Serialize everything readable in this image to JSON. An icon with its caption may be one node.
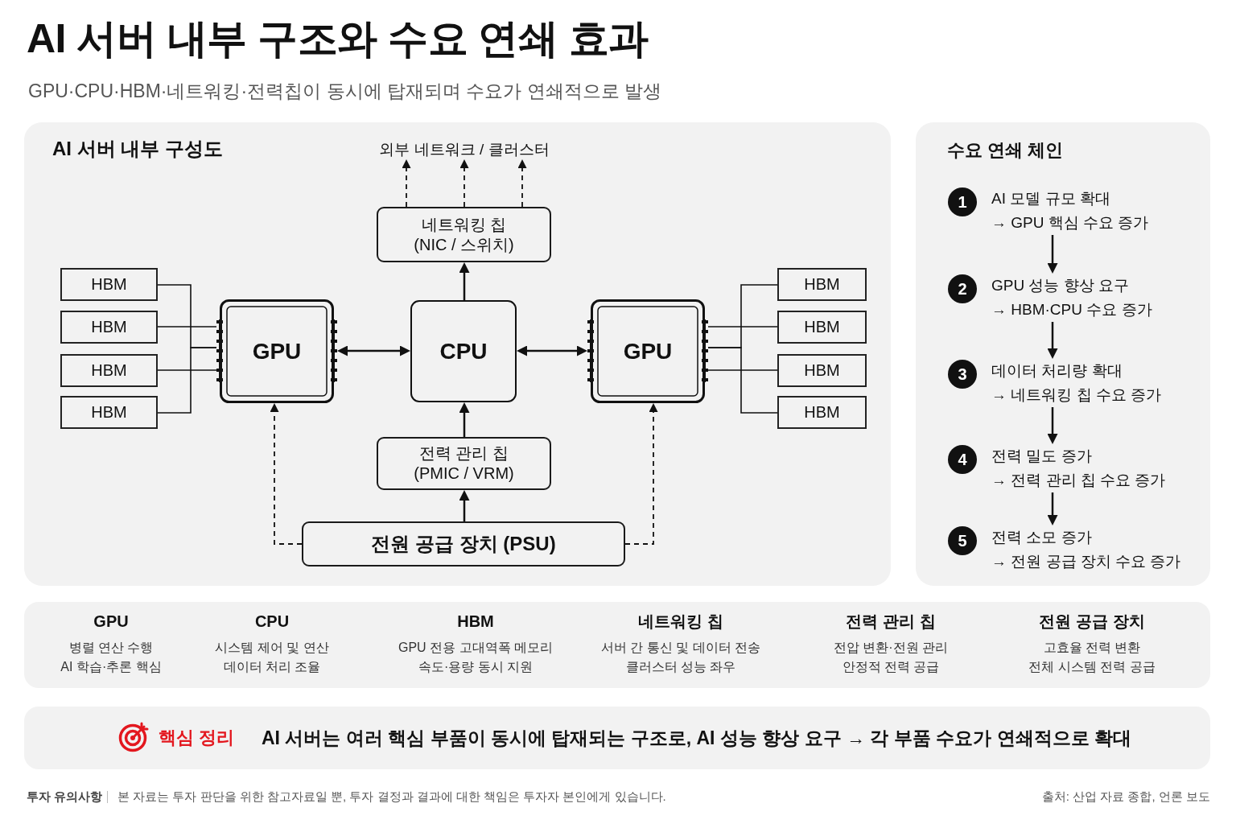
{
  "diagram": {
    "title": "AI 서버 내부 구조와 수요 연쇄 효과",
    "nodes": [
      {
        "text": [
          "AI 서버 내부 구성도"
        ]
      },
      {
        "text": [
          "외부 네트워크 / 클러스터"
        ],
        "in": 0
      },
      {
        "text": [
          "네트워킹 칩",
          "(NIC / 스위치)"
        ],
        "in": 0
      },
      {
        "text": [
          "HBM"
        ],
        "in": 0
      },
      {
        "text": [
          "HBM"
        ],
        "in": 0
      },
      {
        "text": [
          "HBM"
        ],
        "in": 0
      },
      {
        "text": [
          "HBM"
        ],
        "in": 0
      },
      {
        "text": [
          "GPU"
        ],
        "in": 0
      },
      {
        "text": [
          "CPU"
        ],
        "in": 0
      },
      {
        "text": [
          "GPU"
        ],
        "in": 0
      },
      {
        "text": [
          "HBM"
        ],
        "in": 0
      },
      {
        "text": [
          "HBM"
        ],
        "in": 0
      },
      {
        "text": [
          "HBM"
        ],
        "in": 0
      },
      {
        "text": [
          "HBM"
        ],
        "in": 0
      },
      {
        "text": [
          "전력 관리 칩",
          "(PMIC / VRM)"
        ],
        "in": 0
      },
      {
        "text": [
          "전원 공급 장치 (PSU)"
        ],
        "in": 0
      },
      {
        "text": [
          "수요 연쇄 체인"
        ]
      },
      {
        "text": [
          "1",
          "AI 모델 규모 확대",
          "→ GPU 핵심 수요 증가"
        ],
        "in": 16
      },
      {
        "text": [
          "2",
          "GPU 성능 향상 요구",
          "→ HBM·CPU 수요 증가"
        ],
        "in": 16
      },
      {
        "text": [
          "3",
          "데이터 처리량 확대",
          "→ 네트워킹 칩 수요 증가"
        ],
        "in": 16
      },
      {
        "text": [
          "4",
          "전력 밀도 증가",
          "→ 전력 관리 칩 수요 증가"
        ],
        "in": 16
      },
      {
        "text": [
          "5",
          "전력 소모 증가",
          "→ 전원 공급 장치 수요 증가"
        ],
        "in": 16
      },
      {
        "text": [
          "GPU",
          "병렬 연산 수행",
          "AI 학습·추론 핵심",
          "CPU",
          "시스템 제어 및 연산",
          "데이터 처리 조율",
          "HBM",
          "GPU 전용 고대역폭 메모리",
          "속도·용량 동시 지원",
          "네트워킹 칩",
          "서버 간 통신 및 데이터 전송",
          "클러스터 성능 좌우",
          "전력 관리 칩",
          "전압 변환·전원 관리",
          "안정적 전력 공급",
          "전원 공급 장치",
          "고효율 전력 변환",
          "전체 시스템 전력 공급"
        ]
      },
      {
        "text": [
          "핵심 정리",
          "AI 서버는 여러 핵심 부품이 동시에 탑재되는 구조로, AI 성능 향상 요구 → 각 부품 수요가 연쇄적으로 확대"
        ]
      }
    ],
    "edges": [
      {
        "from": 2,
        "to": 1,
        "arrow": "to",
        "style": "dashed"
      },
      {
        "from": 2,
        "to": 1,
        "arrow": "to",
        "style": "dashed"
      },
      {
        "from": 2,
        "to": 1,
        "arrow": "to",
        "style": "dashed"
      },
      {
        "from": 8,
        "to": 2,
        "arrow": "to"
      },
      {
        "from": 7,
        "to": 8,
        "arrow": "both"
      },
      {
        "from": 8,
        "to": 9,
        "arrow": "both"
      },
      {
        "from": 3,
        "to": 7,
        "arrow": "none"
      },
      {
        "from": 4,
        "to": 7,
        "arrow": "none"
      },
      {
        "from": 5,
        "to": 7,
        "arrow": "none"
      },
      {
        "from": 6,
        "to": 7,
        "arrow": "none"
      },
      {
        "from": 10,
        "to": 9,
        "arrow": "none"
      },
      {
        "from": 11,
        "to": 9,
        "arrow": "none"
      },
      {
        "from": 12,
        "to": 9,
        "arrow": "none"
      },
      {
        "from": 13,
        "to": 9,
        "arrow": "none"
      },
      {
        "from": 14,
        "to": 8,
        "arrow": "to"
      },
      {
        "from": 15,
        "to": 14,
        "arrow": "to"
      },
      {
        "from": 15,
        "to": 7,
        "arrow": "to",
        "style": "dashed"
      },
      {
        "from": 15,
        "to": 9,
        "arrow": "to",
        "style": "dashed"
      },
      {
        "from": 17,
        "to": 18,
        "arrow": "to"
      },
      {
        "from": 18,
        "to": 19,
        "arrow": "to"
      },
      {
        "from": 19,
        "to": 20,
        "arrow": "to"
      },
      {
        "from": 20,
        "to": 21,
        "arrow": "to"
      }
    ],
    "labels": [
      "GPU·CPU·HBM·네트워킹·전력칩이 동시에 탑재되며 수요가 연쇄적으로 발생",
      "투자 유의사항",
      "본 자료는 투자 판단을 위한 참고자료일 뿐, 투자 결정과 결과에 대한 책임은 투자자 본인에게 있습니다.",
      "출처: 산업 자료 종합, 언론 보도"
    ]
  }
}
